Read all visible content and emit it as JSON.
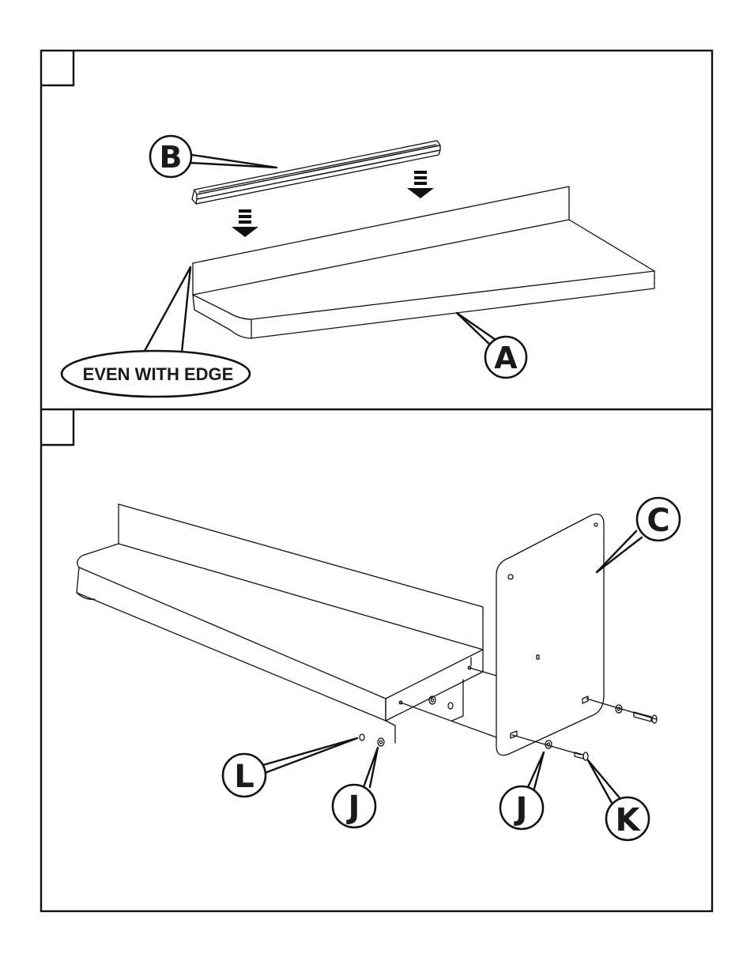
{
  "step1": {
    "callouts": {
      "rail": "B",
      "shelf": "A"
    },
    "note": "EVEN WITH EDGE"
  },
  "step2": {
    "callouts": {
      "bracket": "C",
      "nut": "L",
      "washer_left": "J",
      "washer_right": "J",
      "bolt": "K"
    }
  }
}
